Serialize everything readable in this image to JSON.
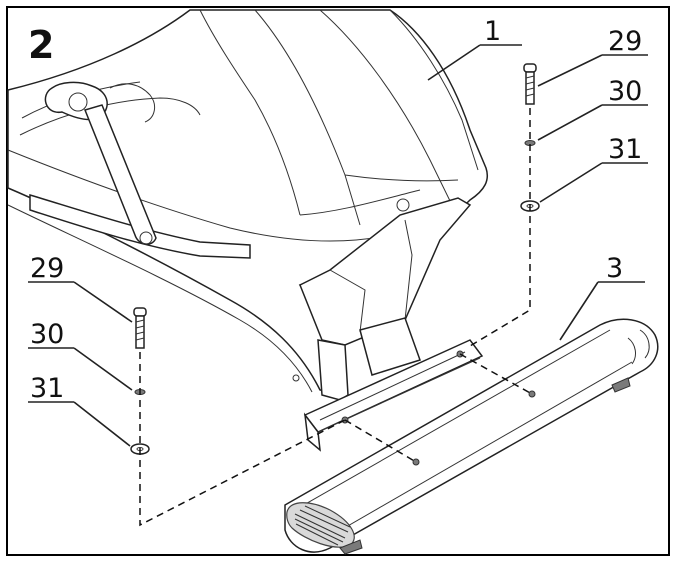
{
  "figure": {
    "step_number": "2",
    "callouts": {
      "frame": "1",
      "rear_stabilizer": "3",
      "bolt_right": "29",
      "washer_right": "30",
      "curved_washer_right": "31",
      "bolt_left": "29",
      "washer_left": "30",
      "curved_washer_left": "31"
    }
  }
}
